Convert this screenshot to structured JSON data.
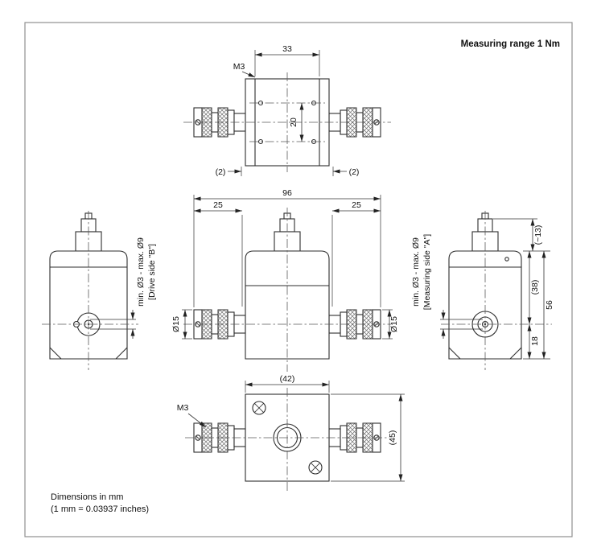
{
  "header": {
    "measuring_range": "Measuring range 1 Nm"
  },
  "footer": {
    "units_note": "Dimensions in mm",
    "conversion_note": "(1 mm = 0.03937 inches)"
  },
  "views": {
    "top": {
      "dim_width_33": "33",
      "thread_m3": "M3",
      "dim_height_20": "20",
      "dim_gap_left": "(2)",
      "dim_gap_right": "(2)"
    },
    "front": {
      "dim_overall_96": "96",
      "dim_left_25": "25",
      "dim_right_25": "25",
      "dia_shaft_left": "Ø15",
      "dia_shaft_right": "Ø15"
    },
    "drive_side": {
      "bore_range": "min. Ø3 - max. Ø9",
      "side_label": "[Drive side \"B\"]"
    },
    "measuring_side": {
      "bore_range": "min. Ø3 - max. Ø9",
      "side_label": "[Measuring side \"A\"]",
      "dim_connector_13": "(~13)",
      "dim_top_38": "(38)",
      "dim_height_56": "56",
      "dim_bottom_18": "18"
    },
    "bottom": {
      "dim_width_42": "(42)",
      "thread_m3": "M3",
      "dim_depth_45": "(45)"
    }
  }
}
